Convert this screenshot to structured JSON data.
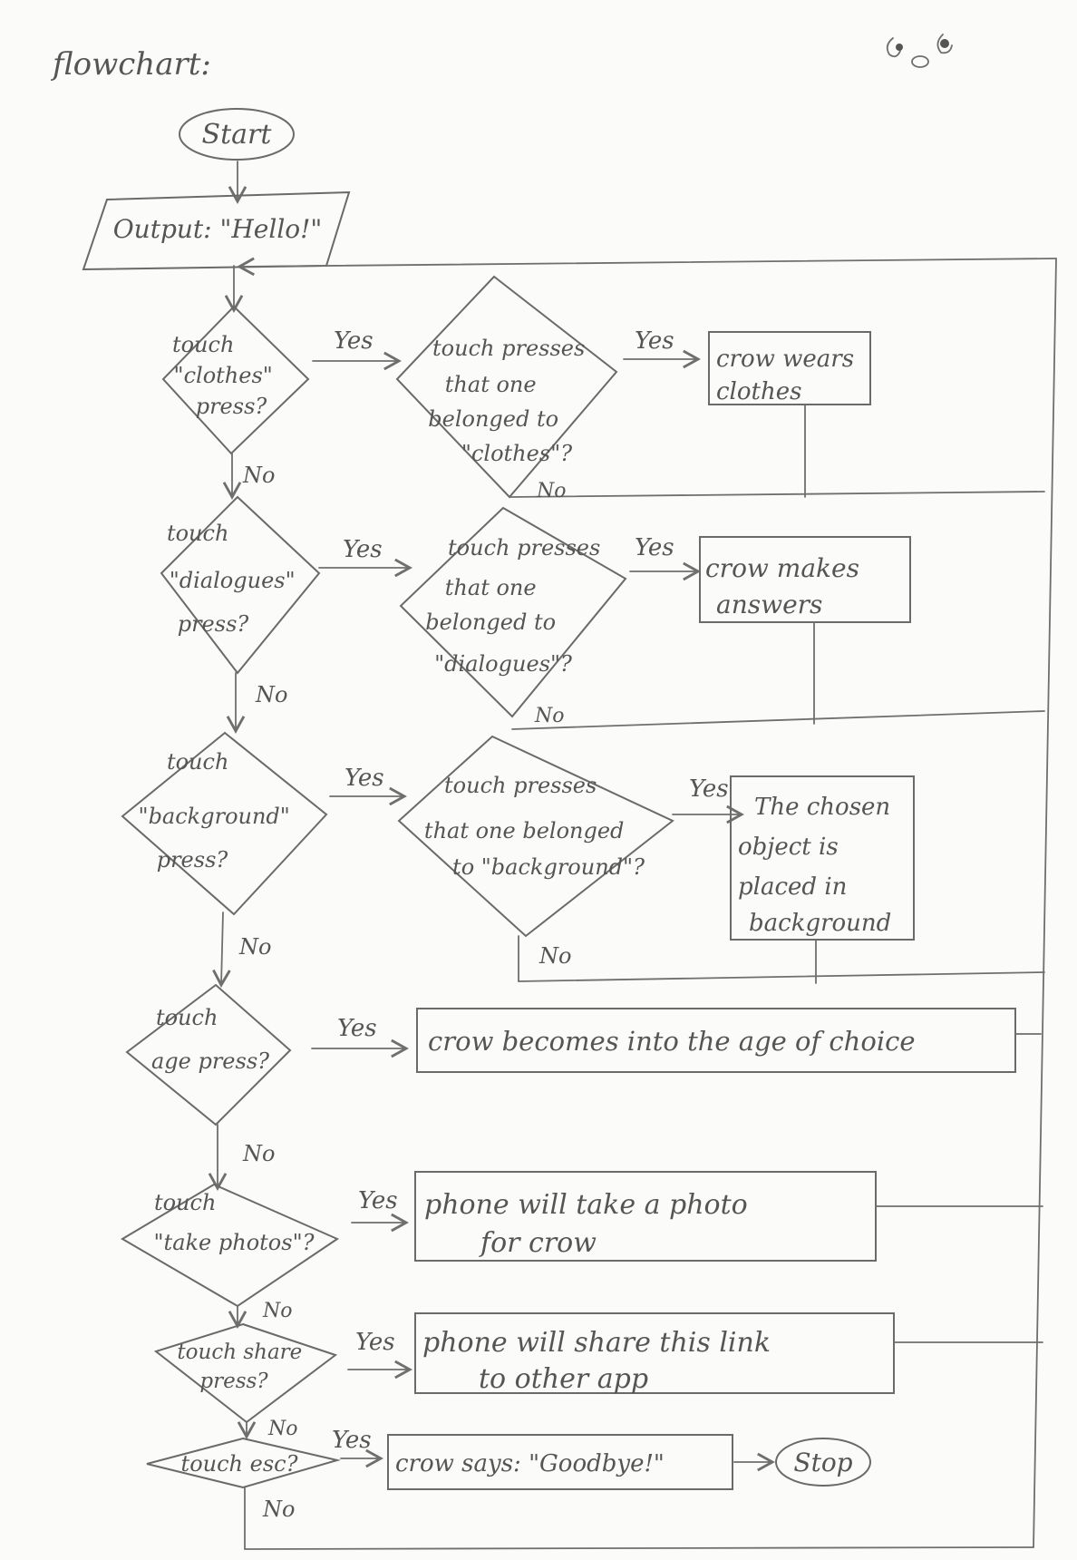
{
  "title": "flowchart:",
  "start": "Start",
  "output": "Output: \"Hello!\"",
  "yes": "Yes",
  "no": "No",
  "decisions": {
    "clothes": [
      "touch",
      "\"clothes\"",
      "press?"
    ],
    "clothes_sub": [
      "touch presses",
      "that one",
      "belonged to",
      "\"clothes\"?"
    ],
    "dialogues": [
      "touch",
      "\"dialogues\"",
      "press?"
    ],
    "dialogues_sub": [
      "touch presses",
      "that one",
      "belonged to",
      "\"dialogues\"?"
    ],
    "background": [
      "touch",
      "\"background\"",
      "press?"
    ],
    "background_sub": [
      "touch presses",
      "that one belonged",
      "to \"background\"?"
    ],
    "age": [
      "touch",
      "age press?"
    ],
    "photos": [
      "touch",
      "\"take photos\"?"
    ],
    "share": [
      "touch share",
      "press?"
    ],
    "esc": [
      "touch esc?"
    ]
  },
  "actions": {
    "clothes": [
      "crow wears",
      "clothes"
    ],
    "dialogues": [
      "crow makes",
      "answers"
    ],
    "background": [
      "The chosen",
      "object is",
      "placed in",
      "background"
    ],
    "age": [
      "crow becomes into the age of choice"
    ],
    "photos": [
      "phone will take a photo",
      "for crow"
    ],
    "share": [
      "phone will share this link",
      "to other app"
    ],
    "goodbye": [
      "crow says: \"Goodbye!\""
    ]
  },
  "stop": "Stop"
}
